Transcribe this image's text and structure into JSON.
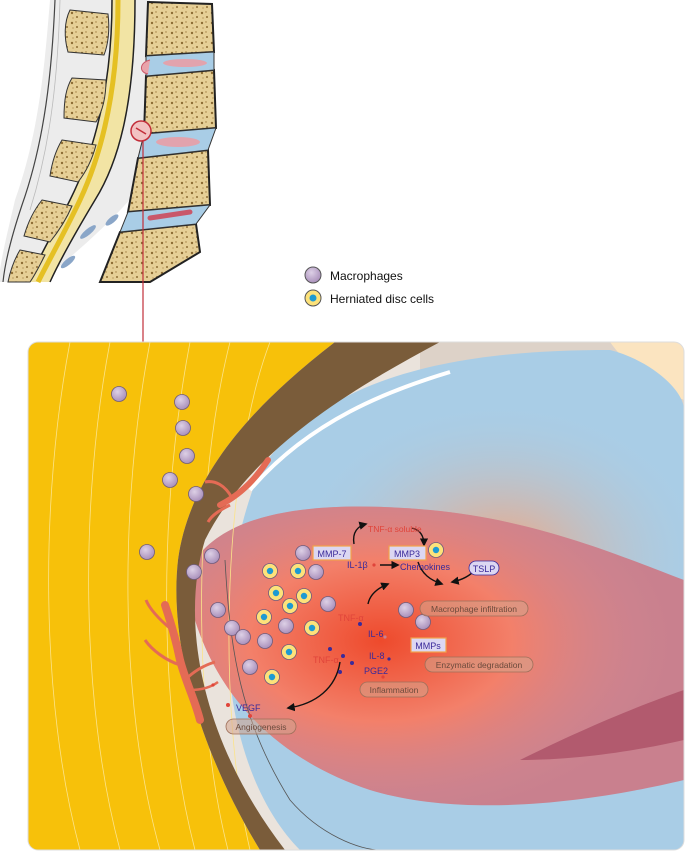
{
  "legend": {
    "macrophages": "Macrophages",
    "disc_cells": "Herniated disc cells"
  },
  "labels": {
    "tnf_soluble": "TNF-α soluble",
    "mmp7": "MMP-7",
    "mmp3": "MMP3",
    "tslp": "TSLP",
    "chemokines": "Chemokines",
    "il1b": "IL-1β",
    "tnf_a_1": "TNF-α",
    "tnf_a_2": "TNF-α",
    "il6": "IL-6",
    "il8": "IL-8",
    "pge2": "PGE2",
    "mmps": "MMPs",
    "vegf": "VEGF"
  },
  "processes": {
    "macrophage_infiltration": "Macrophage infiltration",
    "enzymatic_degradation": "Enzymatic degradation",
    "inflammation": "Inflammation",
    "angiogenesis": "Angiogenesis"
  },
  "colors": {
    "nerve_yellow": "#f7c10a",
    "ligament_brown": "#7a5c3a",
    "disc_pink": "#c9808e",
    "hot_orange": "#f08060",
    "blue_annulus": "#a9cde6",
    "macrophage": "#bba3c9",
    "disc_cell_nucleus": "#1e9ad2",
    "cytokine_red": "#e0443a",
    "cytokine_purple": "#3a2a9a",
    "box_orange": "#f2a24a"
  }
}
